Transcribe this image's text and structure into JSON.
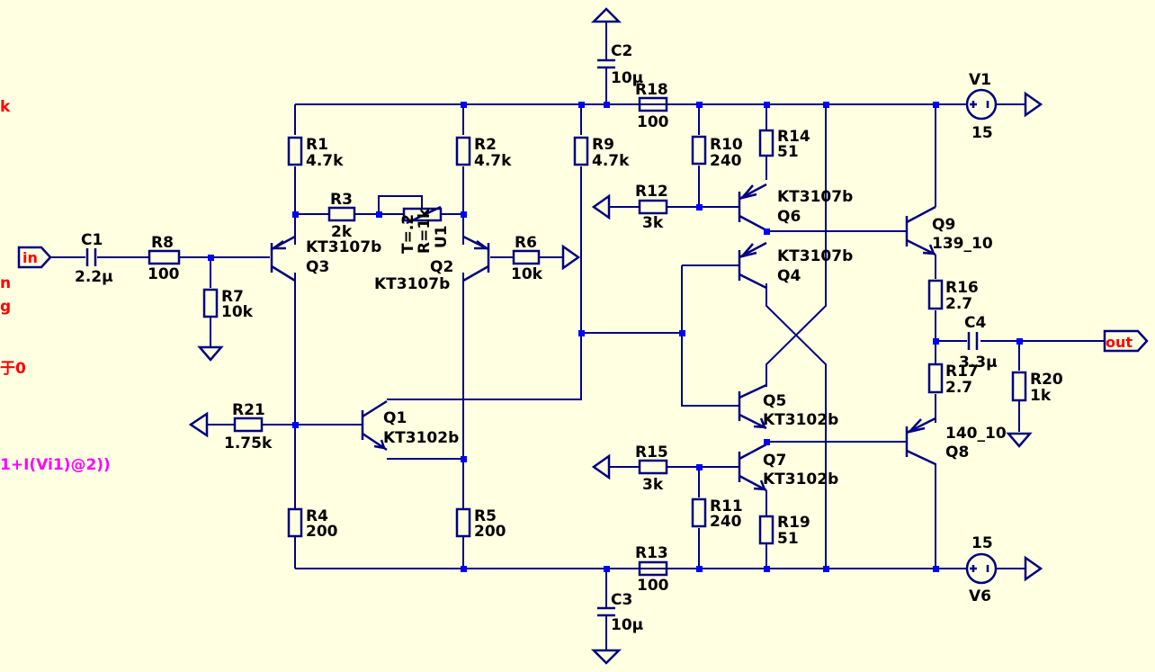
{
  "colors": {
    "background": "#ffffe1",
    "wire": "#000080",
    "junction": "#0000ff",
    "label": "#000000",
    "spice": "#ff0000",
    "measure": "#ff00ff"
  },
  "side_text": {
    "t1": "k",
    "t2": "n",
    "t3": "g",
    "t4": "于0",
    "t5": "1+I(Vi1)@2))"
  },
  "ports": {
    "in": "in",
    "out": "out"
  },
  "components": {
    "C1": {
      "ref": "C1",
      "value": "2.2µ"
    },
    "C2": {
      "ref": "C2",
      "value": "10µ"
    },
    "C3": {
      "ref": "C3",
      "value": "10µ"
    },
    "C4": {
      "ref": "C4",
      "value": "3.3µ"
    },
    "R1": {
      "ref": "R1",
      "value": "4.7k"
    },
    "R2": {
      "ref": "R2",
      "value": "4.7k"
    },
    "R3": {
      "ref": "R3",
      "value": "2k"
    },
    "R4": {
      "ref": "R4",
      "value": "200"
    },
    "R5": {
      "ref": "R5",
      "value": "200"
    },
    "R6": {
      "ref": "R6",
      "value": "10k"
    },
    "R7": {
      "ref": "R7",
      "value": "10k"
    },
    "R8": {
      "ref": "R8",
      "value": "100"
    },
    "R9": {
      "ref": "R9",
      "value": "4.7k"
    },
    "R10": {
      "ref": "R10",
      "value": "240"
    },
    "R11": {
      "ref": "R11",
      "value": "240"
    },
    "R12": {
      "ref": "R12",
      "value": "3k"
    },
    "R13": {
      "ref": "R13",
      "value": "100"
    },
    "R14": {
      "ref": "R14",
      "value": "51"
    },
    "R15": {
      "ref": "R15",
      "value": "3k"
    },
    "R16": {
      "ref": "R16",
      "value": "2.7"
    },
    "R17": {
      "ref": "R17",
      "value": "2.7"
    },
    "R18": {
      "ref": "R18",
      "value": "100"
    },
    "R19": {
      "ref": "R19",
      "value": "51"
    },
    "R20": {
      "ref": "R20",
      "value": "1k"
    },
    "R21": {
      "ref": "R21",
      "value": "1.75k"
    },
    "U1": {
      "ref": "U1",
      "r": "R=1k",
      "t": "T=.2"
    },
    "Q1": {
      "ref": "Q1",
      "model": "KT3102b"
    },
    "Q2": {
      "ref": "Q2",
      "model": "KT3107b"
    },
    "Q3": {
      "ref": "Q3",
      "model": "KT3107b"
    },
    "Q4": {
      "ref": "Q4",
      "model": "KT3107b"
    },
    "Q5": {
      "ref": "Q5",
      "model": "KT3102b"
    },
    "Q6": {
      "ref": "Q6",
      "model": "KT3107b"
    },
    "Q7": {
      "ref": "Q7",
      "model": "KT3102b"
    },
    "Q8": {
      "ref": "Q8",
      "model": "140_10"
    },
    "Q9": {
      "ref": "Q9",
      "model": "139_10"
    },
    "V1": {
      "ref": "V1",
      "value": "15"
    },
    "V6": {
      "ref": "V6",
      "value": "15"
    }
  }
}
